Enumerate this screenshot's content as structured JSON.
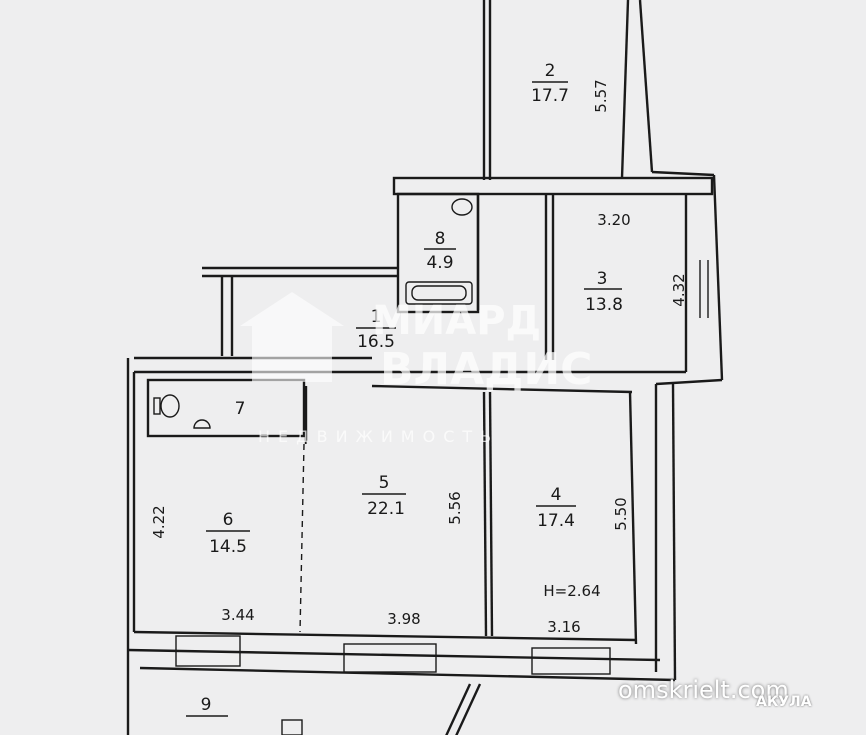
{
  "rooms": [
    {
      "id": "r1",
      "number": "1",
      "area": "16.5"
    },
    {
      "id": "r2",
      "number": "2",
      "area": "17.7"
    },
    {
      "id": "r3",
      "number": "3",
      "area": "13.8"
    },
    {
      "id": "r4",
      "number": "4",
      "area": "17.4"
    },
    {
      "id": "r5",
      "number": "5",
      "area": "22.1"
    },
    {
      "id": "r6",
      "number": "6",
      "area": "14.5"
    },
    {
      "id": "r7",
      "number": "7",
      "area": ""
    },
    {
      "id": "r8",
      "number": "8",
      "area": "4.9"
    },
    {
      "id": "r9",
      "number": "9",
      "area": ""
    }
  ],
  "dimensions": {
    "d_557": "5.57",
    "d_320": "3.20",
    "d_432": "4.32",
    "d_422": "4.22",
    "d_556": "5.56",
    "d_550": "5.50",
    "d_344": "3.44",
    "d_398": "3.98",
    "d_316": "3.16"
  },
  "ceiling_height": "H=2.64",
  "watermark": {
    "brand_line1": "МИАРД",
    "brand_line2": "ВЛАДИС",
    "tagline": "НЕДВИЖИМОСТЬ"
  },
  "site": "omskrielt.com",
  "partner": "АКУЛА"
}
